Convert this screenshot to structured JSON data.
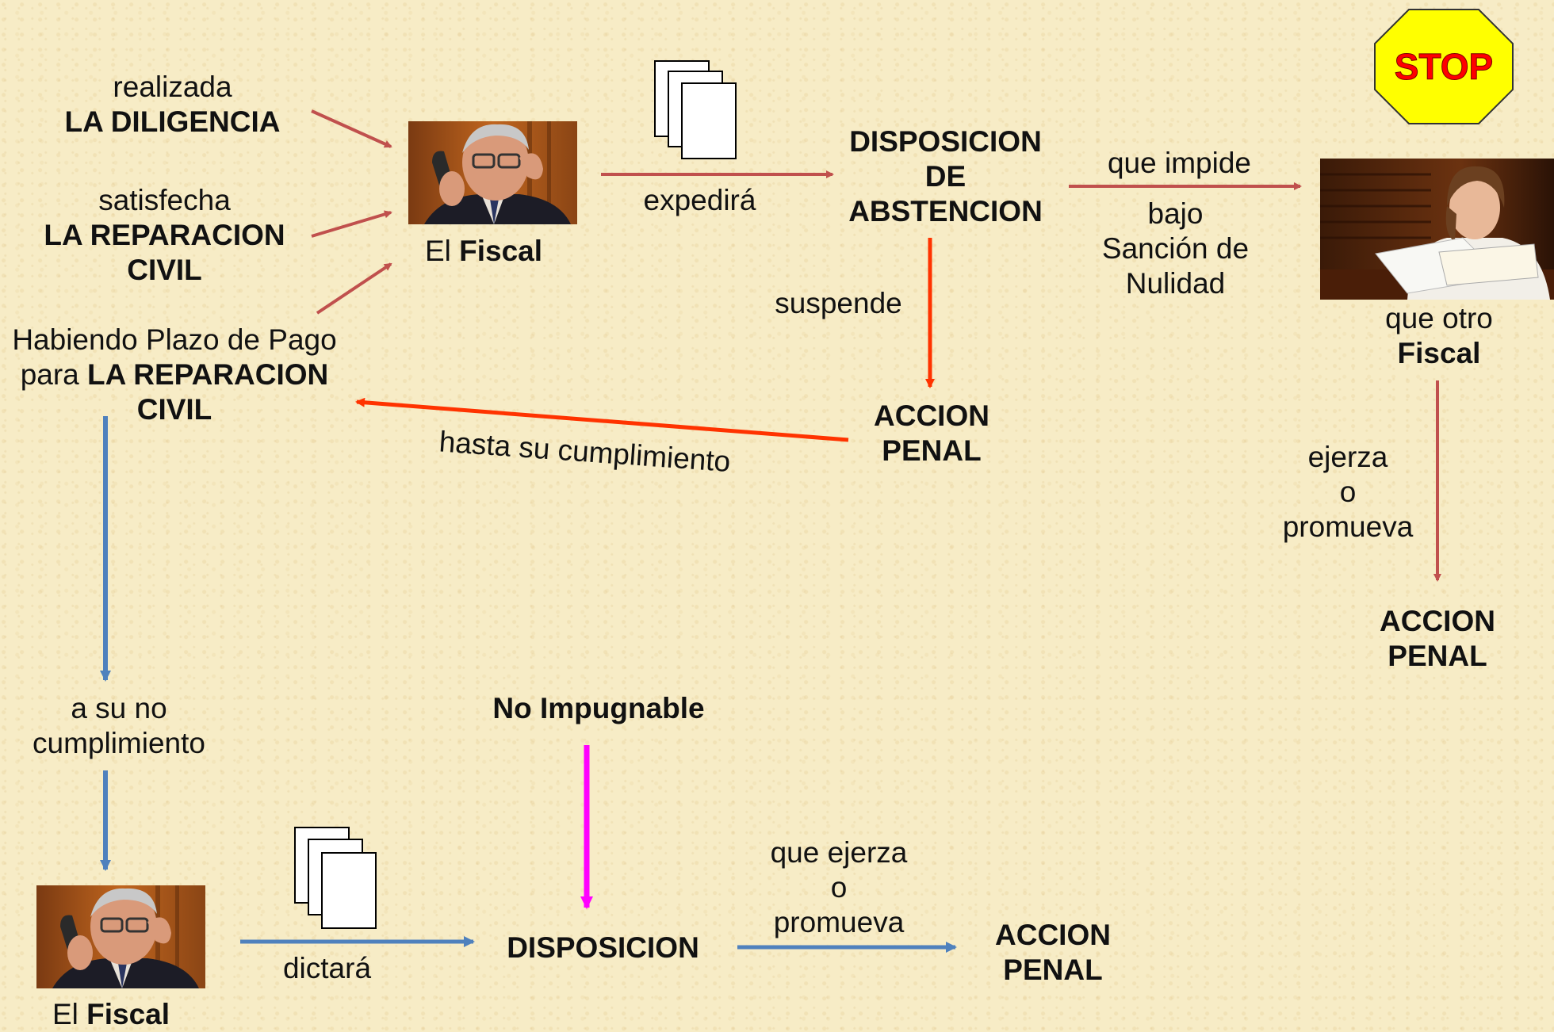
{
  "stop_sign": {
    "label": "STOP"
  },
  "left_inputs": {
    "diligencia": {
      "line1": "realizada",
      "line2": "LA DILIGENCIA"
    },
    "reparacion": {
      "line1": "satisfecha",
      "line2": "LA REPARACION",
      "line3": "CIVIL"
    },
    "plazo": {
      "line1": "Habiendo Plazo de Pago",
      "line2_prefix": "para ",
      "line2_bold": "LA REPARACION",
      "line3": "CIVIL"
    }
  },
  "fiscal_top": {
    "prefix": "El ",
    "bold": "Fiscal"
  },
  "fiscal_bottom": {
    "prefix": "El ",
    "bold": "Fiscal"
  },
  "labels": {
    "expedira": "expedirá",
    "disposicion_abstencion": {
      "line1": "DISPOSICION",
      "line2": "DE",
      "line3": "ABSTENCION"
    },
    "que_impide": "que impide",
    "sancion": {
      "line1": "bajo",
      "line2": "Sanción de",
      "line3": "Nulidad"
    },
    "otro_fiscal": {
      "line1": "que otro",
      "line2": "Fiscal"
    },
    "suspende": "suspende",
    "accion_penal_center": {
      "line1": "ACCION",
      "line2": "PENAL"
    },
    "hasta_cumplimiento": "hasta su cumplimiento",
    "ejerza_right": {
      "line1": "ejerza",
      "line2": "o",
      "line3": "promueva"
    },
    "accion_penal_right": {
      "line1": "ACCION",
      "line2": "PENAL"
    },
    "no_cumplimiento": {
      "line1": "a su no",
      "line2": "cumplimiento"
    },
    "no_impugnable": "No Impugnable",
    "dictara": "dictará",
    "disposicion": "DISPOSICION",
    "ejerza_bottom": {
      "line1": "que ejerza",
      "line2": "o",
      "line3": "promueva"
    },
    "accion_penal_bottom": {
      "line1": "ACCION",
      "line2": "PENAL"
    }
  },
  "colors": {
    "brown_arrow": "#c0504d",
    "orange_arrow": "#ff3300",
    "blue_arrow": "#4f81bd",
    "magenta_arrow": "#ff00ff",
    "stop_fill": "#ffff00",
    "stop_text": "#ff0000"
  }
}
